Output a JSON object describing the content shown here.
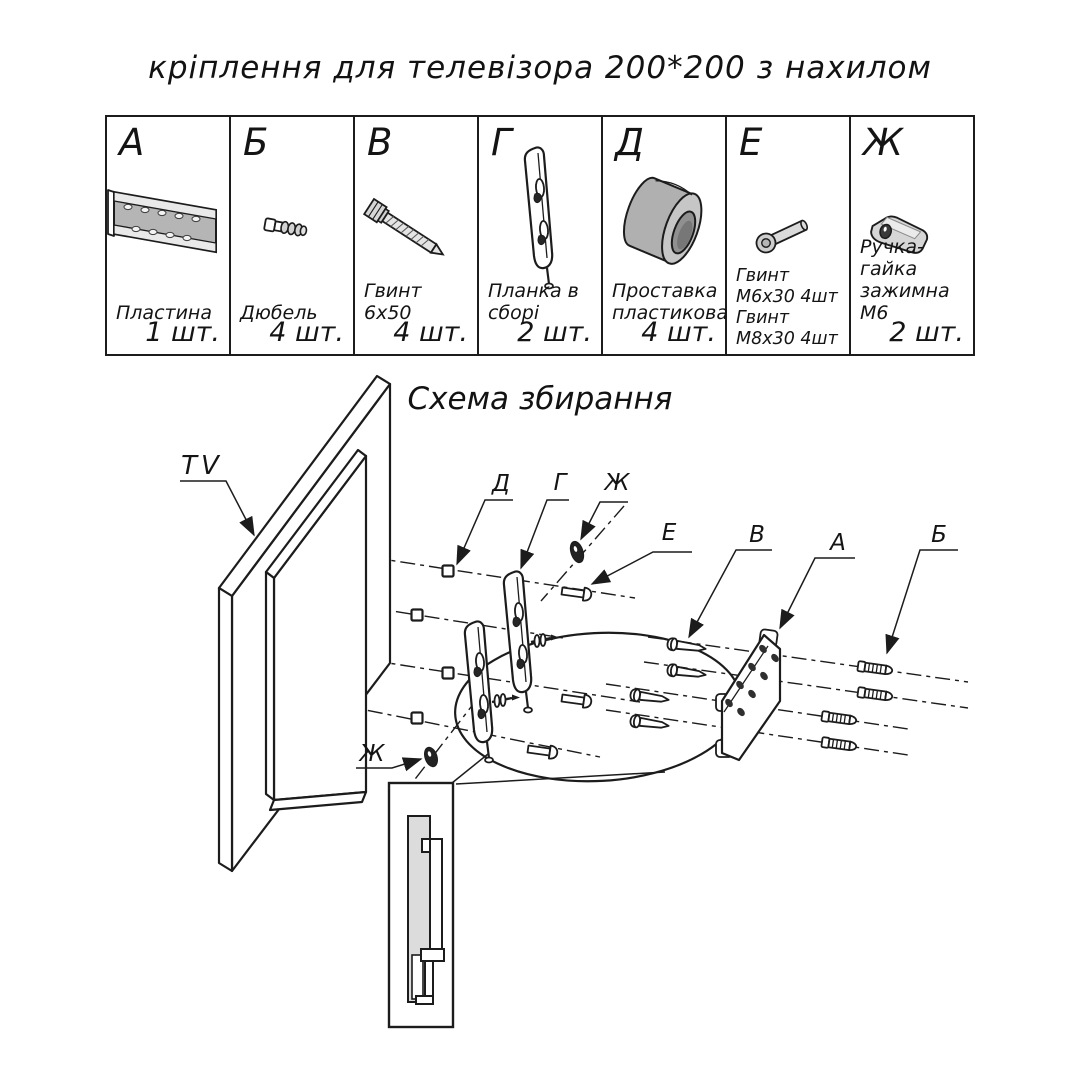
{
  "title": "кріплення для телевізора 200*200 з нахилом",
  "assembly_heading": "Схема збирання",
  "parts": [
    {
      "letter": "А",
      "icon": "plate-icon",
      "name_lines": [
        "Пластина"
      ],
      "qty": "1 шт."
    },
    {
      "letter": "Б",
      "icon": "dowel-icon",
      "name_lines": [
        "Дюбель"
      ],
      "qty": "4 шт."
    },
    {
      "letter": "В",
      "icon": "hex-bolt-icon",
      "name_lines": [
        "Гвинт 6х50"
      ],
      "qty": "4 шт."
    },
    {
      "letter": "Г",
      "icon": "bracket-icon",
      "name_lines": [
        "Планка в сборі"
      ],
      "qty": "2 шт."
    },
    {
      "letter": "Д",
      "icon": "spacer-icon",
      "name_lines": [
        "Проставка",
        "пластикова"
      ],
      "qty": "4 шт."
    },
    {
      "letter": "Е",
      "icon": "button-screw-icon",
      "name_lines": [
        "Гвинт М6х30  4шт",
        "Гвинт М8х30 4шт"
      ],
      "qty": ""
    },
    {
      "letter": "Ж",
      "icon": "handle-nut-icon",
      "name_lines": [
        "Ручка-гайка",
        "зажимна М6"
      ],
      "qty": "2 шт."
    }
  ],
  "diagram": {
    "labels": {
      "tv": "TV",
      "d": "Д",
      "g": "Г",
      "zh_top": "Ж",
      "e": "Е",
      "v": "В",
      "a": "А",
      "b": "Б",
      "zh_bottom": "Ж"
    }
  },
  "colors": {
    "ink": "#1c1c1c",
    "part_gray": "#b5b5b5",
    "light_gray": "#d9d9d9"
  }
}
